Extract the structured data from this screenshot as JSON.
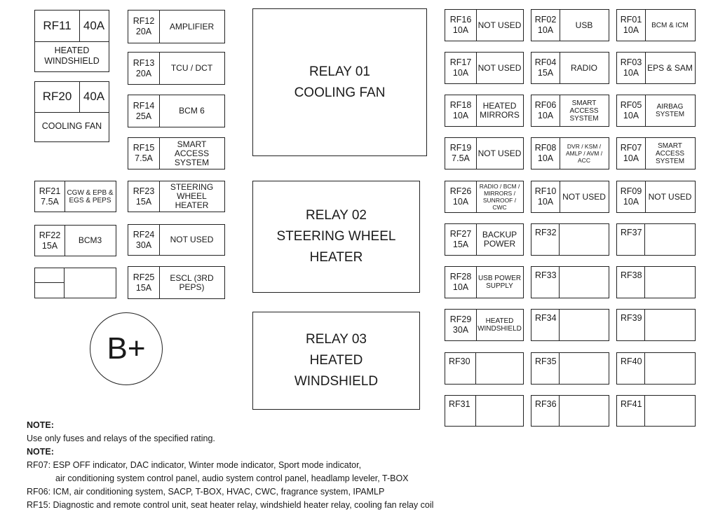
{
  "big_fuses": [
    {
      "id": "RF11",
      "amp": "40A",
      "function": "HEATED WINDSHIELD"
    },
    {
      "id": "RF20",
      "amp": "40A",
      "function": "COOLING FAN"
    }
  ],
  "left_fuses": [
    {
      "id": "RF21",
      "amp": "7.5A",
      "function": "CGW & EPB & EGS & PEPS"
    },
    {
      "id": "RF22",
      "amp": "15A",
      "function": "BCM3"
    }
  ],
  "col2_fuses": [
    {
      "id": "RF12",
      "amp": "20A",
      "function": "AMPLIFIER"
    },
    {
      "id": "RF13",
      "amp": "20A",
      "function": "TCU / DCT"
    },
    {
      "id": "RF14",
      "amp": "25A",
      "function": "BCM 6"
    },
    {
      "id": "RF15",
      "amp": "7.5A",
      "function": "SMART ACCESS SYSTEM"
    },
    {
      "id": "RF23",
      "amp": "15A",
      "function": "STEERING WHEEL HEATER"
    },
    {
      "id": "RF24",
      "amp": "30A",
      "function": "NOT USED"
    },
    {
      "id": "RF25",
      "amp": "15A",
      "function": "ESCL (3RD PEPS)"
    }
  ],
  "relays": [
    {
      "id": "RELAY 01",
      "function": "COOLING FAN"
    },
    {
      "id": "RELAY 02",
      "function": "STEERING WHEEL HEATER"
    },
    {
      "id": "RELAY 03",
      "function": "HEATED WINDSHIELD"
    }
  ],
  "col4_fuses": [
    {
      "id": "RF16",
      "amp": "10A",
      "function": "NOT USED"
    },
    {
      "id": "RF17",
      "amp": "10A",
      "function": "NOT USED"
    },
    {
      "id": "RF18",
      "amp": "10A",
      "function": "HEATED MIRRORS"
    },
    {
      "id": "RF19",
      "amp": "7.5A",
      "function": "NOT USED"
    },
    {
      "id": "RF26",
      "amp": "10A",
      "function": "RADIO / BCM / MIRRORS / SUNROOF / CWC"
    },
    {
      "id": "RF27",
      "amp": "15A",
      "function": "BACKUP POWER"
    },
    {
      "id": "RF28",
      "amp": "10A",
      "function": "USB POWER SUPPLY"
    },
    {
      "id": "RF29",
      "amp": "30A",
      "function": "HEATED WINDSHIELD"
    },
    {
      "id": "RF30",
      "amp": "",
      "function": ""
    },
    {
      "id": "RF31",
      "amp": "",
      "function": ""
    }
  ],
  "col5_fuses": [
    {
      "id": "RF02",
      "amp": "10A",
      "function": "USB"
    },
    {
      "id": "RF04",
      "amp": "15A",
      "function": "RADIO"
    },
    {
      "id": "RF06",
      "amp": "10A",
      "function": "SMART ACCESS SYSTEM"
    },
    {
      "id": "RF08",
      "amp": "10A",
      "function": "DVR / KSM / AMLP / AVM / ACC"
    },
    {
      "id": "RF10",
      "amp": "10A",
      "function": "NOT USED"
    },
    {
      "id": "RF32",
      "amp": "",
      "function": ""
    },
    {
      "id": "RF33",
      "amp": "",
      "function": ""
    },
    {
      "id": "RF34",
      "amp": "",
      "function": ""
    },
    {
      "id": "RF35",
      "amp": "",
      "function": ""
    },
    {
      "id": "RF36",
      "amp": "",
      "function": ""
    }
  ],
  "col6_fuses": [
    {
      "id": "RF01",
      "amp": "10A",
      "function": "BCM & ICM"
    },
    {
      "id": "RF03",
      "amp": "10A",
      "function": "EPS & SAM"
    },
    {
      "id": "RF05",
      "amp": "10A",
      "function": "AIRBAG SYSTEM"
    },
    {
      "id": "RF07",
      "amp": "10A",
      "function": "SMART ACCESS SYSTEM"
    },
    {
      "id": "RF09",
      "amp": "10A",
      "function": "NOT USED"
    },
    {
      "id": "RF37",
      "amp": "",
      "function": ""
    },
    {
      "id": "RF38",
      "amp": "",
      "function": ""
    },
    {
      "id": "RF39",
      "amp": "",
      "function": ""
    },
    {
      "id": "RF40",
      "amp": "",
      "function": ""
    },
    {
      "id": "RF41",
      "amp": "",
      "function": ""
    }
  ],
  "terminal": "B+",
  "notes": {
    "heading1": "NOTE:",
    "line1": "Use only fuses and relays of the specified rating.",
    "heading2": "NOTE:",
    "rf07_a": "RF07: ESP OFF indicator, DAC indicator, Winter mode indicator, Sport mode indicator,",
    "rf07_b": "air conditioning system control panel, audio system control panel, headlamp leveler, T-BOX",
    "rf06": "RF06: ICM, air conditioning system, SACP, T-BOX, HVAC, CWC, fragrance system, IPAMLP",
    "rf15": "RF15: Diagnostic and remote control unit, seat heater relay, windshield heater relay, cooling fan relay coil"
  }
}
